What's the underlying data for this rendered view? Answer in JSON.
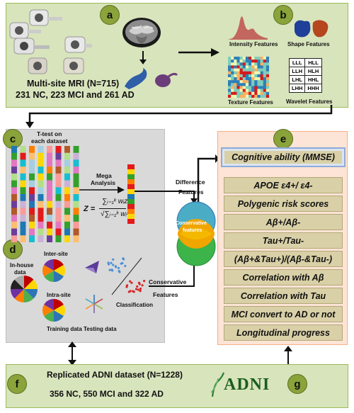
{
  "badges": {
    "a": "a",
    "b": "b",
    "c": "c",
    "d": "d",
    "e": "e",
    "f": "f",
    "g": "g"
  },
  "panel_a": {
    "title": "Multi-site MRI (N=715)",
    "subtitle": "231 NC, 223 MCI and 261 AD"
  },
  "panel_b": {
    "intensity": "Intensity Features",
    "shape": "Shape Features",
    "texture": "Texture Features",
    "wavelet": "Wavelet Features",
    "wavelet_table": [
      [
        "LLL",
        "HLL"
      ],
      [
        "LLH",
        "HLH"
      ],
      [
        "LHL",
        "HHL"
      ],
      [
        "LHH",
        "HHH"
      ]
    ]
  },
  "panel_c": {
    "ttest_line1": "T-test on",
    "ttest_line2": "each dataset",
    "mega_line1": "Mega",
    "mega_line2": "Analysis",
    "formula_lhs": "Z =",
    "formula_num": "∑ᵢ₌₁ᵏ wᵢzᵢ",
    "formula_den": "√∑ᵢ₌₁ᵏ wᵢ²"
  },
  "middle": {
    "difference_line1": "Difference",
    "difference_line2": "Features",
    "conservative_line1": "Conservative",
    "conservative_line2": "features",
    "conservative_arrow_line1": "Conservative",
    "conservative_arrow_line2": "Features"
  },
  "panel_d": {
    "inhouse_line1": "In-house",
    "inhouse_line2": "data",
    "intersite": "Inter-site",
    "intrasite": "Intra-site",
    "classification": "Classification",
    "training": "Training data",
    "testing": "Testing data"
  },
  "panel_e": {
    "header": "Cognitive ability (MMSE)",
    "items": [
      "APOE ε4+/ ε4-",
      "Polygenic risk scores",
      "Aβ+/Aβ-",
      "Tau+/Tau-",
      "(Aβ+&Tau+)/(Aβ-&Tau-)",
      "Correlation with Aβ",
      "Correlation with Tau",
      "MCI convert to AD or not",
      "Longitudinal progress"
    ]
  },
  "panel_f": {
    "title": "Replicated ADNI dataset (N=1228)",
    "subtitle": "356 NC, 550 MCI and 322 AD",
    "logo": "ADNI"
  },
  "colors": {
    "green_panel": "#d8e4bc",
    "gray_panel": "#d9d9d9",
    "peach_panel": "#fce4d6",
    "badge": "#8aa33a",
    "item_fill": "#d9d0a7",
    "header_fill": "#dbe5f1"
  }
}
